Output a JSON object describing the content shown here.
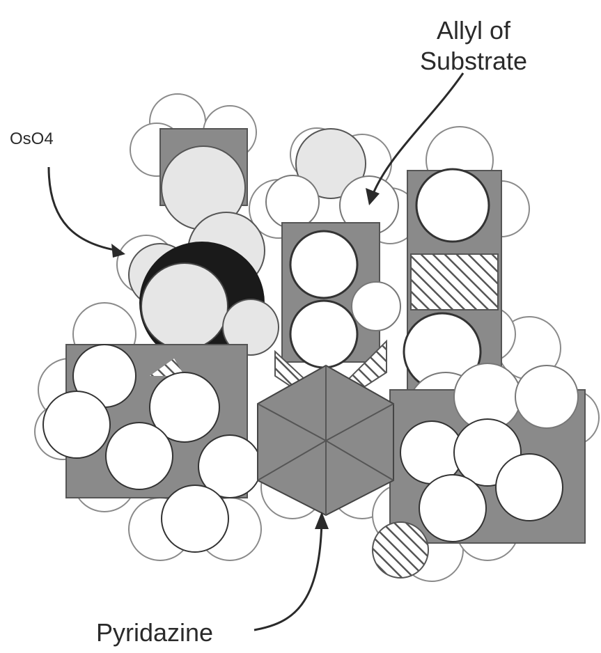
{
  "labels": {
    "allyl_line1": "Allyl of",
    "allyl_line2": "Substrate",
    "oso4": "OsO4",
    "pyridazine": "Pyridazine"
  },
  "colors": {
    "background": "#ffffff",
    "sphere_fill": "#ffffff",
    "sphere_stroke": "#777777",
    "dark_gray": "#8a8a8a",
    "light_gray": "#e6e6e6",
    "black": "#1a1a1a",
    "hatch": "#555555"
  }
}
